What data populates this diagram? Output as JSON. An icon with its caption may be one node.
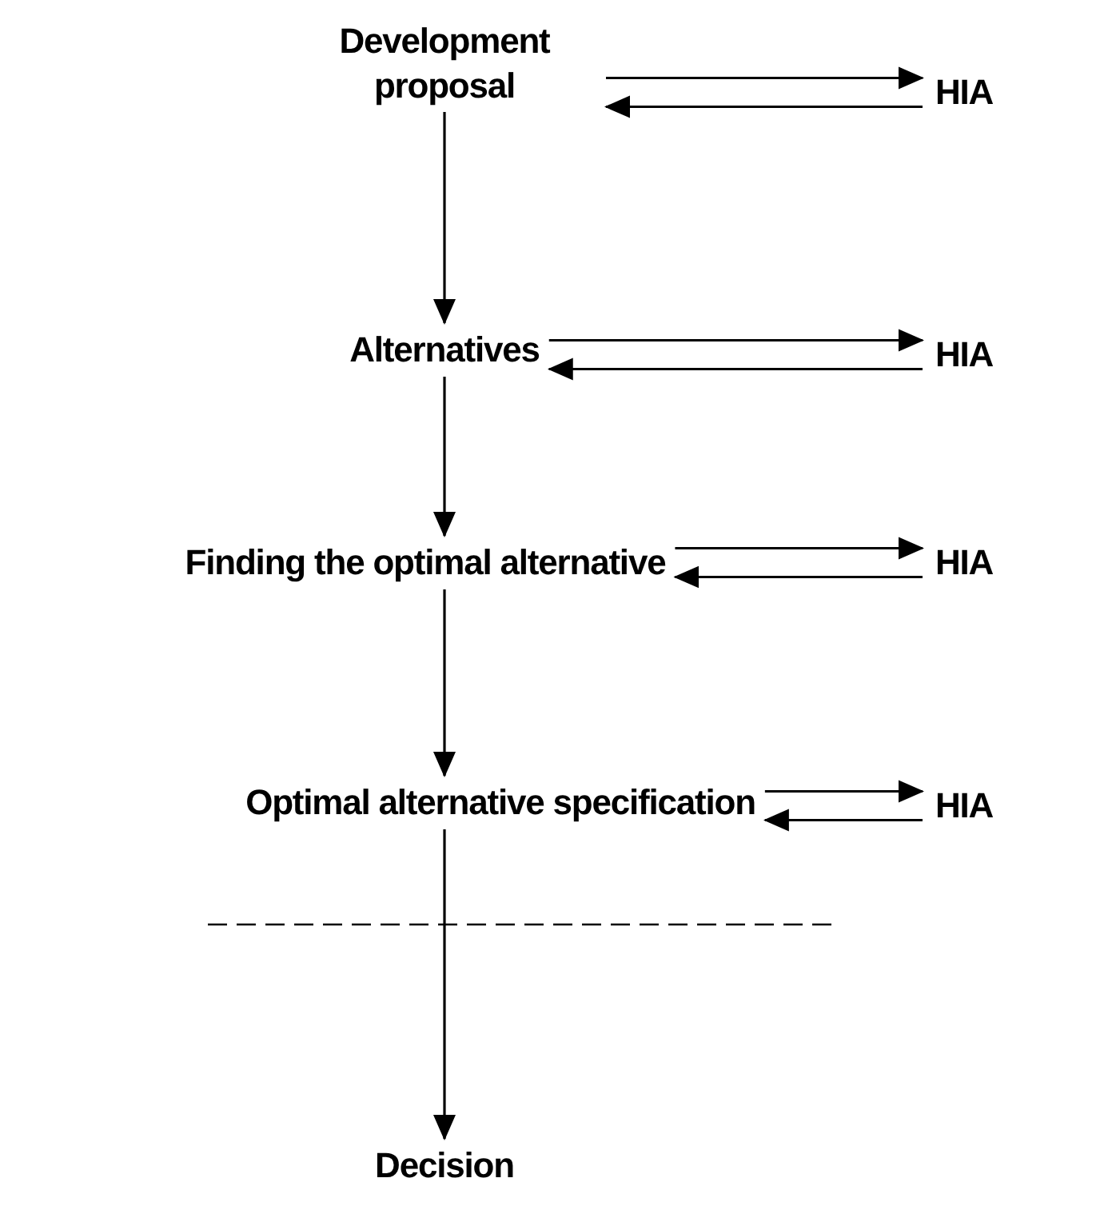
{
  "diagram": {
    "nodes": [
      {
        "text": [
          "Development proposal"
        ]
      },
      {
        "text": [
          "HIA"
        ]
      },
      {
        "text": [
          "Alternatives"
        ]
      },
      {
        "text": [
          "HIA"
        ]
      },
      {
        "text": [
          "Finding the optimal alternative"
        ]
      },
      {
        "text": [
          "HIA"
        ]
      },
      {
        "text": [
          "Optimal alternative specification"
        ]
      },
      {
        "text": [
          "HIA"
        ]
      },
      {
        "text": [
          "Decision"
        ]
      }
    ],
    "edges": [
      {
        "from": 0,
        "to": 2,
        "arrow": "to"
      },
      {
        "from": 0,
        "to": 1,
        "arrow": "to"
      },
      {
        "from": 1,
        "to": 0,
        "arrow": "to"
      },
      {
        "from": 2,
        "to": 4,
        "arrow": "to"
      },
      {
        "from": 2,
        "to": 3,
        "arrow": "to"
      },
      {
        "from": 3,
        "to": 2,
        "arrow": "to"
      },
      {
        "from": 4,
        "to": 6,
        "arrow": "to"
      },
      {
        "from": 4,
        "to": 5,
        "arrow": "to"
      },
      {
        "from": 5,
        "to": 4,
        "arrow": "to"
      },
      {
        "from": 6,
        "to": 8,
        "arrow": "to"
      },
      {
        "from": 6,
        "to": 7,
        "arrow": "to"
      },
      {
        "from": 7,
        "to": 6,
        "arrow": "to"
      }
    ]
  }
}
